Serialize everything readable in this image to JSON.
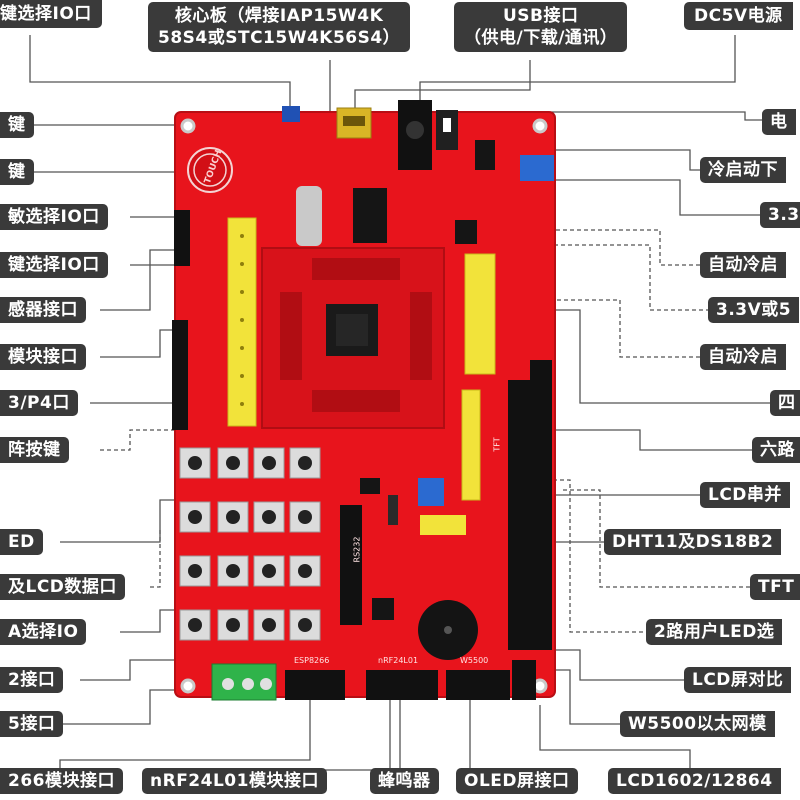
{
  "top_labels": {
    "key_io": "键选择IO口",
    "core_board_line1": "核心板（焊接IAP15W4K",
    "core_board_line2": "58S4或STC15W4K56S4）",
    "usb_line1": "USB接口",
    "usb_line2": "（供电/下载/通讯）",
    "dc5v": "DC5V电源"
  },
  "left_labels": [
    "键",
    "键",
    "敏选择IO口",
    "键选择IO口",
    "感器接口",
    "模块接口",
    "3/P4口",
    "阵按键",
    "ED",
    "及LCD数据口",
    "A选择IO",
    "2接口",
    "5接口"
  ],
  "right_labels": [
    "电",
    "冷启动下",
    "3.3",
    "自动冷启",
    "3.3V或5",
    "自动冷启",
    "四",
    "六路",
    "LCD串并",
    "DHT11及DS18B2",
    "TFT",
    "2路用户LED选",
    "LCD屏对比",
    "W5500以太网模"
  ],
  "bottom_labels": [
    "266模块接口",
    "nRF24L01模块接口",
    "蜂鸣器",
    "OLED屏接口",
    "LCD1602/12864"
  ],
  "board_silkscreen": {
    "touch": "TOUCH",
    "esp": "ESP8266",
    "nrf": "nRF24L01",
    "w5500": "W5500",
    "tft": "TFT",
    "rs232": "RS232"
  },
  "colors": {
    "pcb": "#e8141c",
    "label_bg": "#3a3a3a",
    "header_yellow": "#f2e33a",
    "terminal_green": "#2fb34a"
  }
}
